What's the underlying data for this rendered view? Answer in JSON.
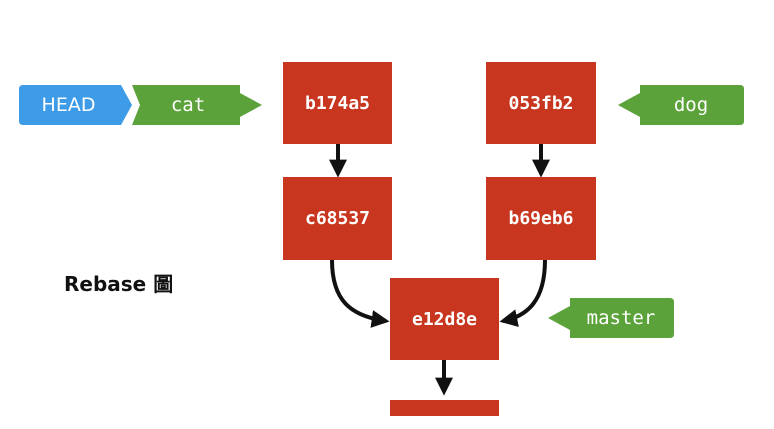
{
  "colors": {
    "commit": "#c8361f",
    "branch": "#5ba23b",
    "head": "#3e9be8",
    "arrow": "#111111"
  },
  "head_label": "HEAD",
  "branches": {
    "cat": "cat",
    "dog": "dog",
    "master": "master"
  },
  "commits": {
    "b174a5": "b174a5",
    "c68537": "c68537",
    "053fb2": "053fb2",
    "b69eb6": "b69eb6",
    "e12d8e": "e12d8e"
  },
  "caption": "Rebase 圖",
  "edges": [
    [
      "b174a5",
      "c68537"
    ],
    [
      "053fb2",
      "b69eb6"
    ],
    [
      "c68537",
      "e12d8e"
    ],
    [
      "b69eb6",
      "e12d8e"
    ],
    [
      "e12d8e",
      "parent-stub"
    ]
  ]
}
